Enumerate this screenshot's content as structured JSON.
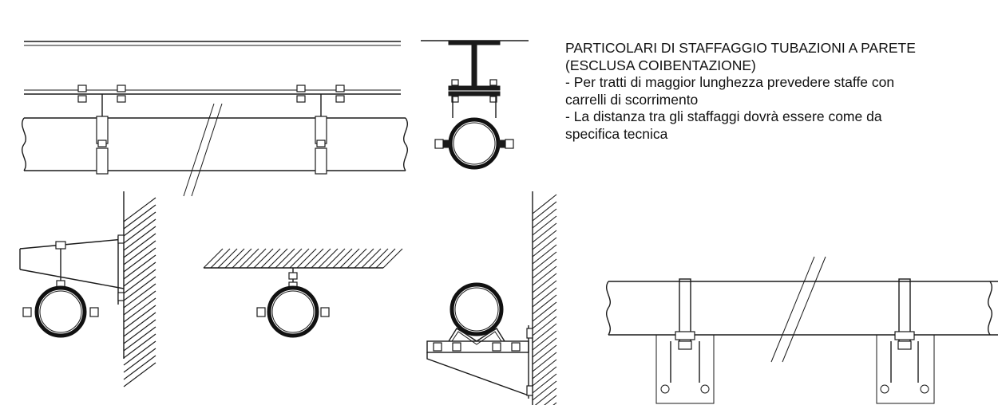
{
  "notes": {
    "title_line1": "PARTICOLARI DI STAFFAGGIO TUBAZIONI A PARETE",
    "title_line2": "(ESCLUSA COIBENTAZIONE)",
    "note1_line1": "- Per tratti di maggior lunghezza prevedere staffe con",
    "note1_line2": "carrelli di scorrimento",
    "note2_line1": "- La distanza tra gli staffaggi dovrà essere come da",
    "note2_line2": "specifica tecnica"
  },
  "colors": {
    "ink": "#1a1a1a",
    "paper": "#ffffff"
  }
}
